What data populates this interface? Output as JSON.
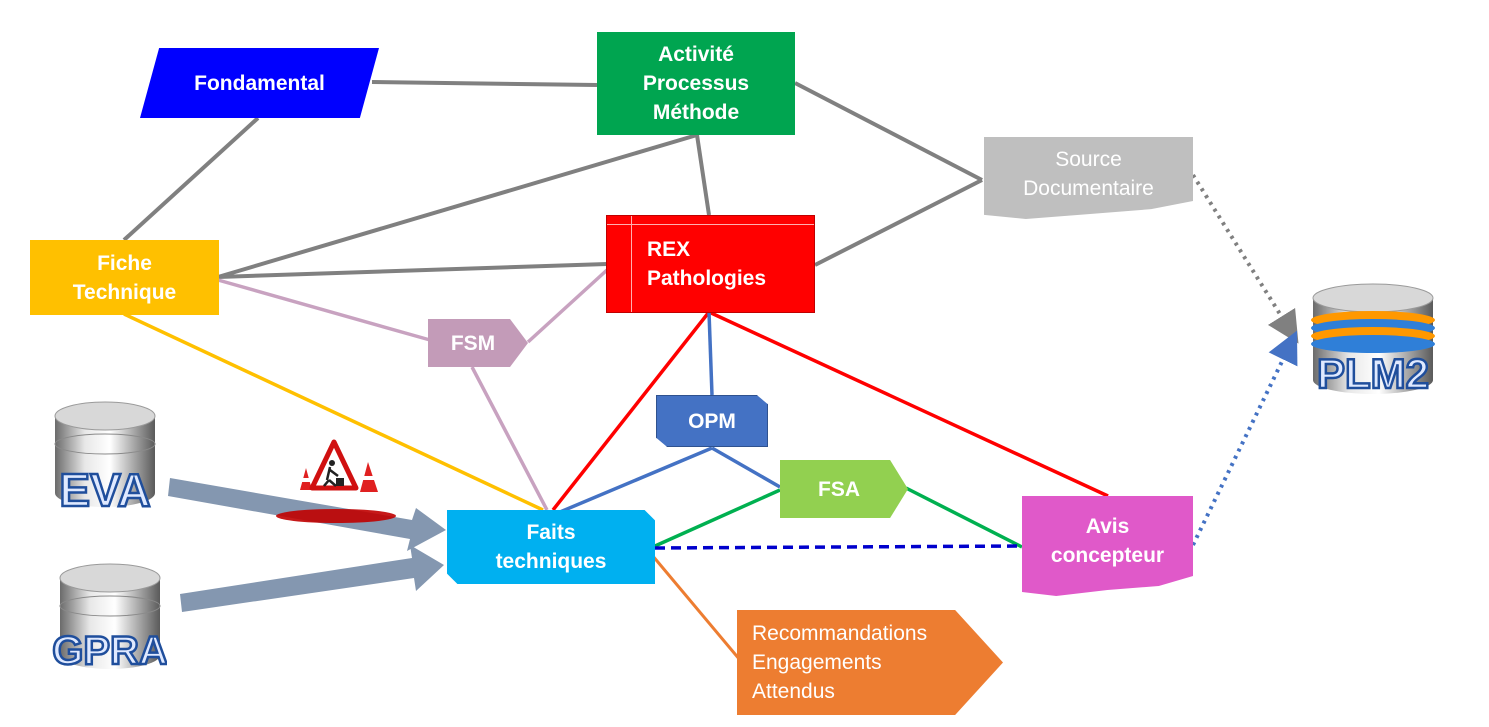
{
  "nodes": {
    "fondamental": {
      "lines": [
        "Fondamental"
      ],
      "color": "#0000ff"
    },
    "activite": {
      "lines": [
        "Activité",
        "Processus",
        "Méthode"
      ],
      "color": "#00a550"
    },
    "source": {
      "lines": [
        "Source",
        "Documentaire"
      ],
      "color": "#bfbfbf"
    },
    "fiche": {
      "lines": [
        "Fiche",
        "Technique"
      ],
      "color": "#ffc000"
    },
    "rex": {
      "lines": [
        "REX",
        "Pathologies"
      ],
      "color": "#ff0000"
    },
    "fsm": {
      "lines": [
        "FSM"
      ],
      "color": "#c39bb8"
    },
    "opm": {
      "lines": [
        "OPM"
      ],
      "color": "#4472c4"
    },
    "fsa": {
      "lines": [
        "FSA"
      ],
      "color": "#92d050"
    },
    "faits": {
      "lines": [
        "Faits",
        "techniques"
      ],
      "color": "#00b0f0"
    },
    "avis": {
      "lines": [
        "Avis",
        "concepteur"
      ],
      "color": "#e059c9"
    },
    "reco": {
      "lines": [
        "Recommandations",
        "Engagements",
        "Attendus"
      ],
      "color": "#ed7d31"
    }
  },
  "databases": {
    "eva": {
      "label": "EVA"
    },
    "gpra": {
      "label": "GPRA"
    },
    "plm": {
      "label": "PLM2"
    }
  },
  "icons": {
    "construction": "roadwork-sign-icon"
  }
}
